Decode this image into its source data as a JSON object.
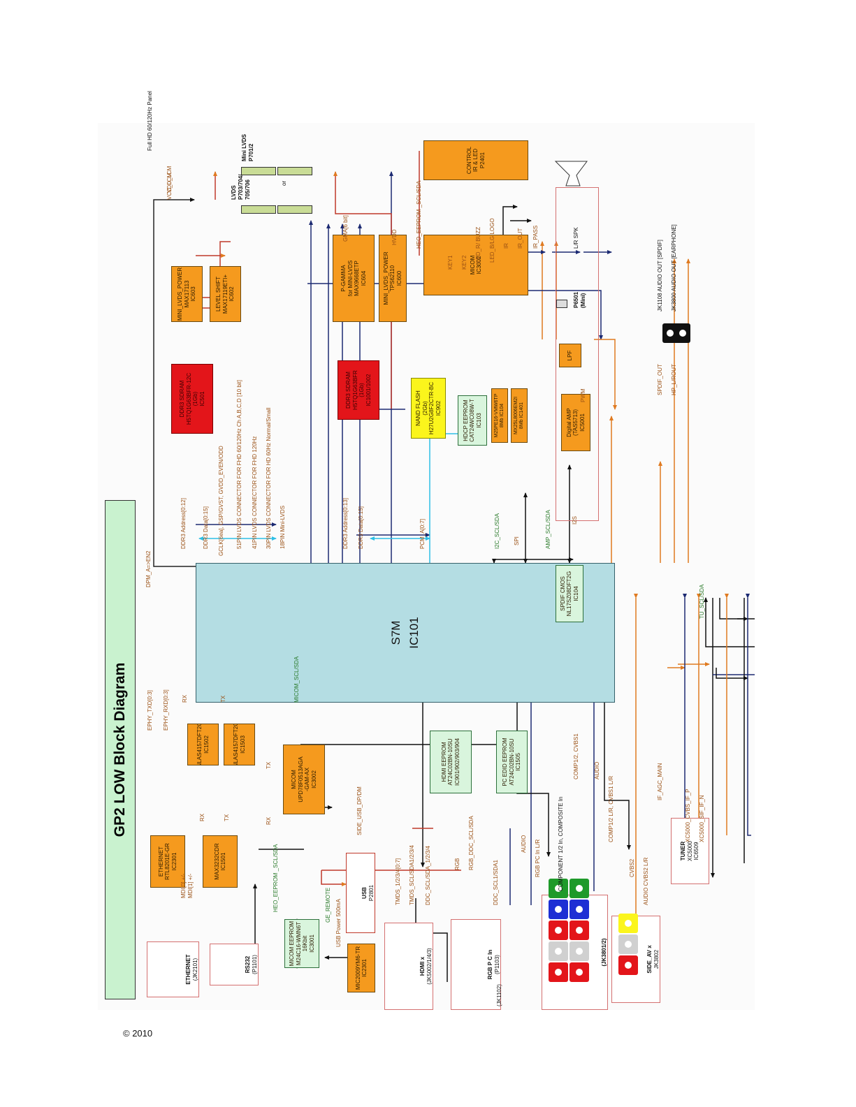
{
  "title": "GP2 LOW Block Diagram",
  "copyright": "© 2010",
  "colors": {
    "orange": "#f59a1e",
    "red": "#e3151a",
    "yellow": "#fbf51c",
    "green": "#d9f5dd",
    "cyan": "#b4dde3",
    "navy": "#1c2a72",
    "brown": "#9a5014",
    "sky": "#2ebfe6"
  },
  "main_chip": {
    "name": "S7M",
    "ref": "IC101"
  },
  "spdif_cmos": [
    "SPDIF CMOS",
    "NL17SZ08DFT2G",
    "IC104"
  ],
  "ic": {
    "mini_lvds_power": [
      "MINI_LVDS_POWER",
      "MAX17113",
      "IC603"
    ],
    "level_shift": [
      "LEVEL SHIFT",
      "MAX17119ETI+",
      "IC602"
    ],
    "ddr3_lvds": [
      "DDR3 SDRAM",
      "H5TQ1G63BFR-12C",
      "(1Gb)",
      "IC501"
    ],
    "ddr3_b": [
      "DDR3 SDRAM",
      "H5TQ1G63BFR",
      "(1Gb)",
      "IC1001/1002"
    ],
    "nand_flash": [
      "NAND FLASH",
      "(2Gb)",
      "H27U2G8F2CTR-BC",
      "IC902"
    ],
    "hdcp_eeprom": [
      "HDCP EEPROM",
      "CAT24WC08W-T",
      "IC103"
    ],
    "serial_flash1": [
      "M25PE16-VMW6TP",
      "8Mb IC104"
    ],
    "serial_flash2": [
      "MX25L8006EM2I",
      "8Mb IC1401"
    ],
    "digital_amp": [
      "Digital AMP",
      "(TAS5713)",
      "IC5001"
    ],
    "lpf": [
      "LPF"
    ],
    "pgamma": [
      "P-GAMMA",
      "for MINI-LVDS",
      "MAX9668ETP",
      "IC604"
    ],
    "mini_lvds_power2": [
      "MINI_LVDS_POWER",
      "TPS62110",
      "IC600"
    ],
    "micom": [
      "MICOM",
      "IC3002"
    ],
    "control": [
      "CONTROL",
      "IR & LED",
      "P2401"
    ],
    "ethernet": [
      "ETHERNET",
      "RTL8201E-GR",
      "IC2301"
    ],
    "mux1": [
      "NLAS4157DFT2G",
      "IC1502"
    ],
    "mux2": [
      "NLAS4157DFT2G",
      "IC1503"
    ],
    "max3232": [
      "MAX3232CDR",
      "IC1501"
    ],
    "micom_sub": [
      "MICOM",
      "UPD78F0513AGA",
      "-GAM-AX",
      "IC3002"
    ],
    "hdmi_eeprom": [
      "HDMI EEPROM",
      "AT24C02BN-10SU",
      "IC901/902/903/904"
    ],
    "pc_eeprom": [
      "PC EDID EEPROM",
      "AT24C02BN-10SU",
      "IC1505"
    ],
    "micom_eeprom": [
      "MICOM EEPROM",
      "M24C16-WMN6T",
      "16Kbit",
      "IC3001"
    ],
    "usb_power": [
      "MIC2009YM6-TR",
      "IC2301"
    ],
    "tuner": [
      "TUNER",
      "XC5000",
      "IC6509"
    ]
  },
  "connectors": {
    "lvds": "LVDS\nP703/704/\n705/706",
    "mini_lvds": "Mini LVDS\nP701/2",
    "or": "or",
    "fhd_panel": "Full HD 60/120Hz Panel",
    "speaker_conn": [
      "P6501",
      "(Mini)"
    ],
    "speaker": "L/R SPK",
    "jack_spdif": "JK1108 AUDIO OUT [SPDIF]",
    "jack_earphone": "JK3800 AUDIO OUT [EARPHONE]",
    "ethernet": [
      "ETHERNET",
      "(JK2101)"
    ],
    "rs232": [
      "RS232",
      "(P1101)"
    ],
    "usb": [
      "USB",
      "P2801"
    ],
    "hdmi": [
      "HDMI x",
      "(JK5002/1/4/3)"
    ],
    "rgb_pc": [
      "RGB P C In",
      "(P1103)"
    ],
    "pc_audio": [
      "(JK1102)"
    ],
    "component": [
      "(JK3801/2)"
    ],
    "side_av": [
      "SIDE_AV x",
      "JK3802"
    ]
  },
  "signals": {
    "dpm_a": "DPM_A=>EN2",
    "vdd_lcm": "VDD_LCM",
    "vcc_lcm": "VCC_LCM",
    "ddr3_addr_a": "DDR3 Address[0:12]",
    "ddr3_data_a": "DDR3 Data[0:15]",
    "gclk": "GCLK[6ea], GSP/GVST, GVDD_EVEN/ODD",
    "lvds51": "51PIN LVDS CONNECTOR FOR FHD 60/120Hz Ch A,B,C,D [10 bit]",
    "lvds41": "41PIN LVDS CONNECTOR FOR FHD 120Hz",
    "lvds30": "30PIN LVDS CONNECTOR FOR HD 60Hz Normal/Small",
    "mini_lvds": "18PIN Mini-LVDS",
    "ddr3_addr_b": "DDR3 Address[0:13]",
    "ddr3_data_b": "DDR3 Data[0:15]",
    "pcm_a": "PCM_A[0:7]",
    "gma": "GMA[6 bit]",
    "hvdd": "HVDD",
    "heo_eeprom": "HEO_EEPROM _SCL/SDA",
    "key1": "KEY1",
    "key2": "KEY2",
    "led_r": "LED_R/ BUZZ",
    "led_b": "LED_B/LG LOGO",
    "ir": "IR",
    "ir_out": "IR_OUT",
    "ir_pass": "IR_PASS",
    "i2c": "I2C_SCL/SDA",
    "spi": "SPI",
    "amp": "AMP_SCL/SDA",
    "i2s": "I2S",
    "pwm": "PWM",
    "spdif_out": "SPDIF_OUT",
    "hp_lrout": "HP_L/ROUT",
    "tu_scl": "TU_SCL/SDA",
    "eph_txd": "EPHY_TXD[0:3]",
    "eph_rxd": "EPHY_RXD[0:3]",
    "rx1": "RX",
    "tx1": "TX",
    "rx2": "RX",
    "tx2": "TX",
    "rx3": "RX",
    "tx3": "TX",
    "micom_scl": "MICOM_SCL/SDA",
    "mdi0": "MDI[0] +/-",
    "mdi1": "MDI[1] +/-",
    "heo_eeprom2": "HEO_EEPROM _SCL/SDA",
    "side_usb": "SIDE_USB_DP/DM",
    "ge_remote": "GE_REMOTE",
    "usb_power": "USB Power 500mA",
    "tmds": "TMDS_1/2/3/4[0:7]",
    "tmds_scl": "TMDS_SCL/SDA1/2/3/4",
    "ddc_scl": "DDC_SCL/SDA_1/2/3/4",
    "rgb": "RGB",
    "rgb_ddc": "RGB_DDC_SCL/SDA",
    "ddc_scl1": "DDC_SCL1/SDA1",
    "audio1": "AUDIO",
    "rgb_pc_lr": "RGB PC In L/R",
    "comp_sub": "COMPONENT 1/2 In, COMPOSITE In",
    "comp_cvbs": "COMP1/2, CVBS1",
    "audio2": "AUDIO",
    "comp_lr": "COMP1/2 L/R, CVBS1 L/R",
    "cvbs2": "CVBS2",
    "audio_cvbs2": "AUDIO CVBS2 L/R",
    "if_agc": "IF_AGC_MAIN",
    "xc_cvbs": "XC5000_CVBS_IF_P",
    "xc_sif": "XC5000_SIF_IF_N"
  }
}
